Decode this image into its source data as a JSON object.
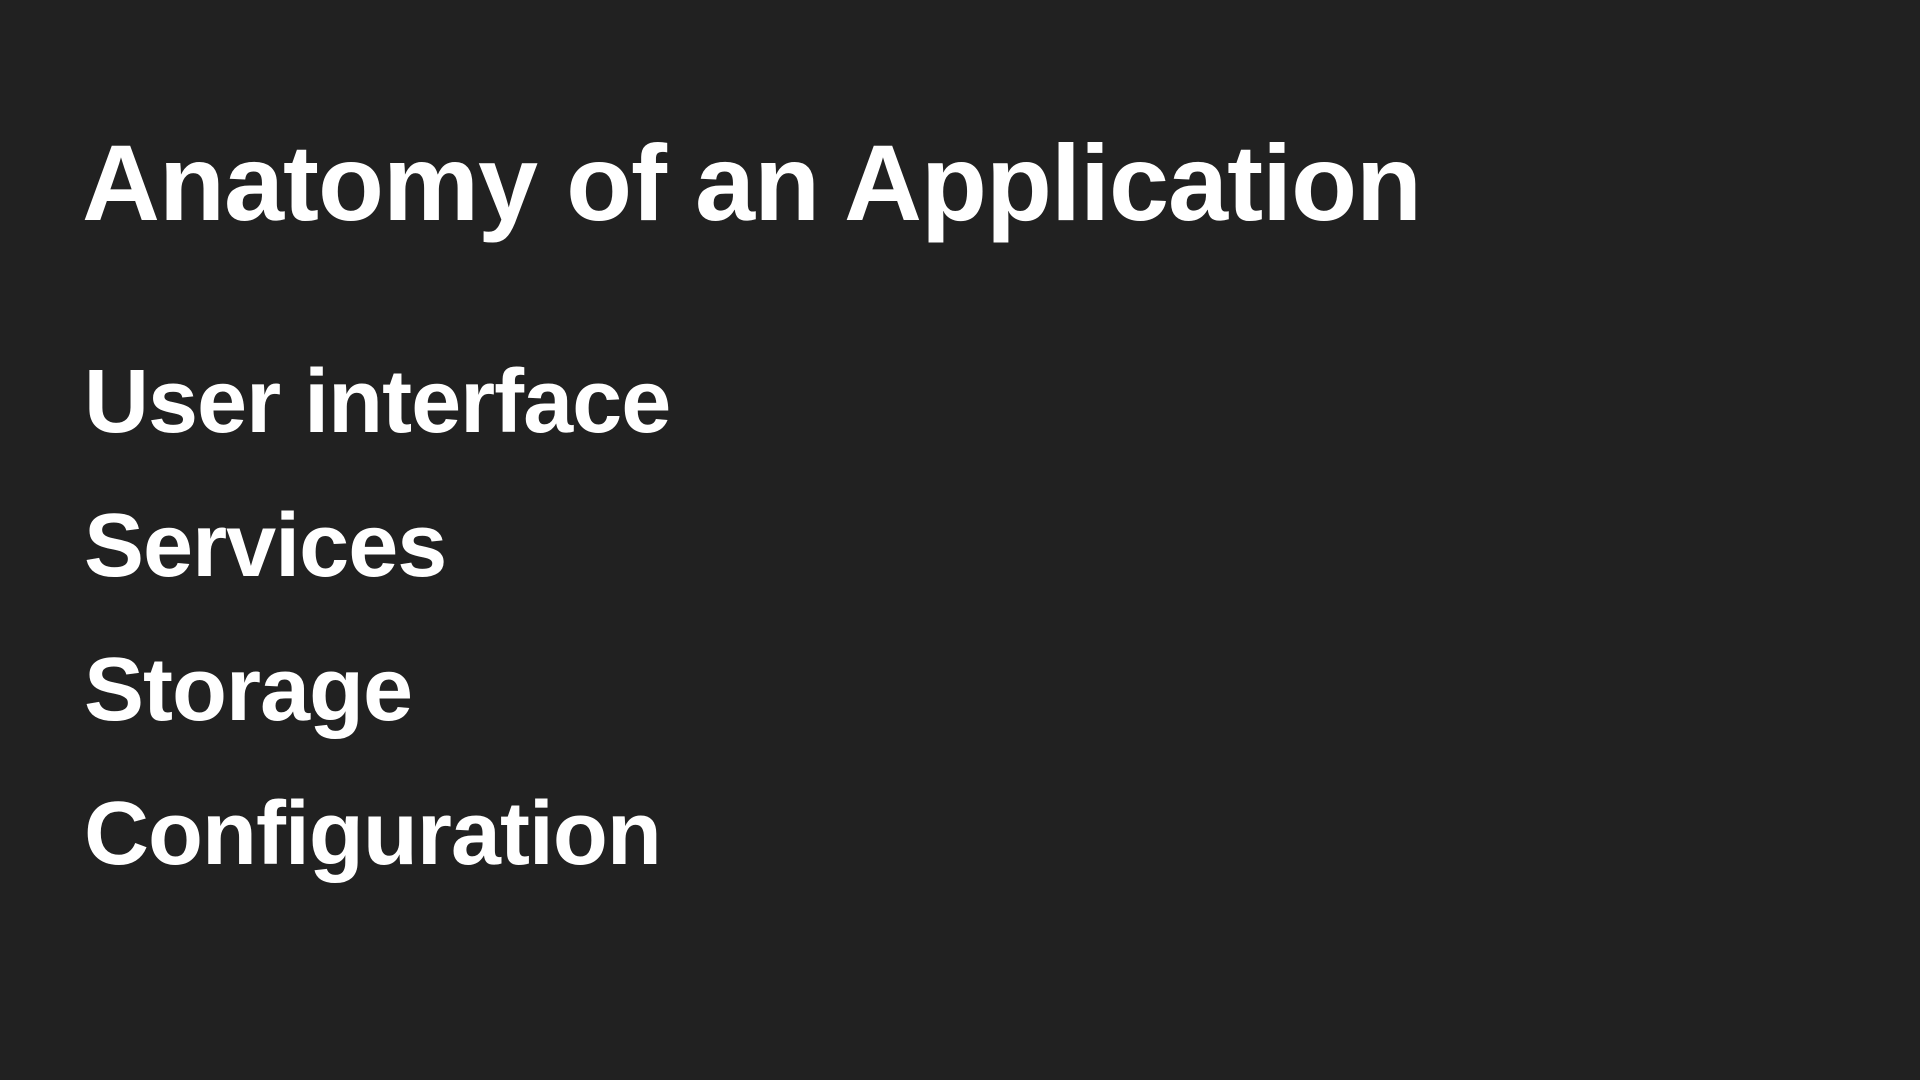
{
  "slide": {
    "title": "Anatomy of an Application",
    "bullets": [
      "User interface",
      "Services",
      "Storage",
      "Configuration"
    ]
  },
  "colors": {
    "background": "#212121",
    "text": "#ffffff"
  }
}
